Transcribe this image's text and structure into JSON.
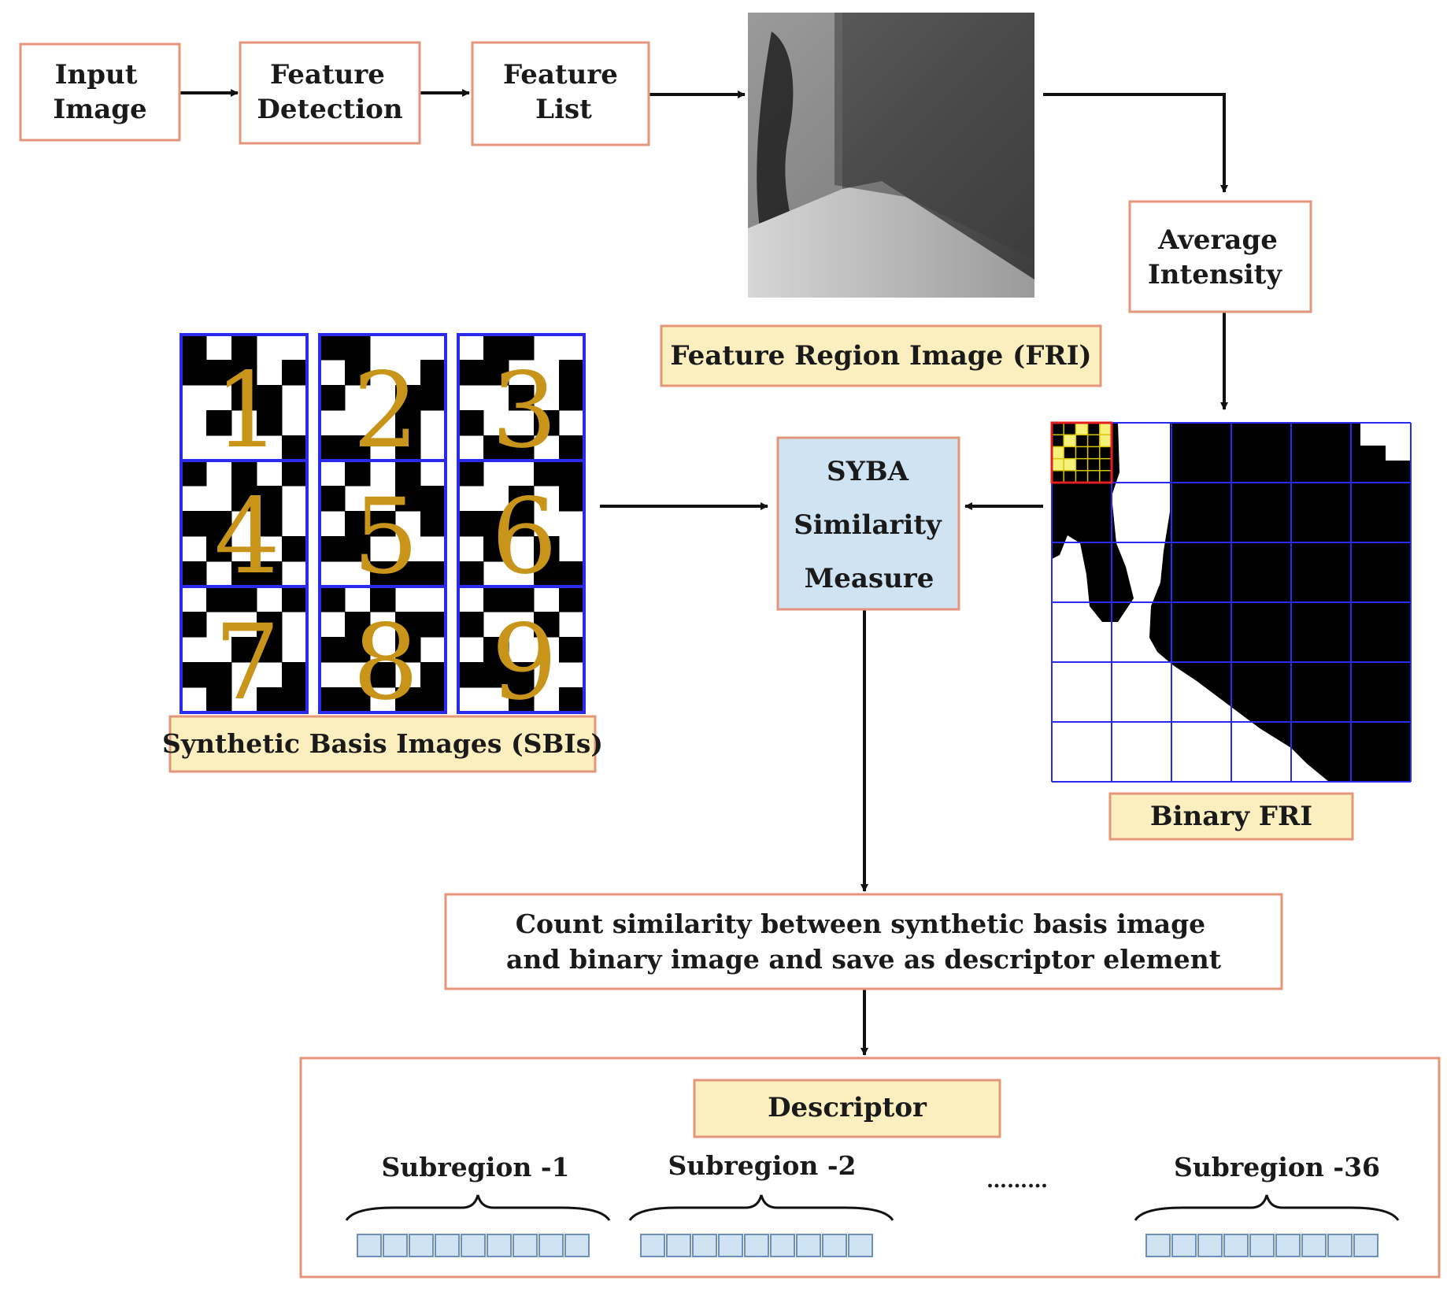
{
  "nodes": {
    "input_image": [
      "Input",
      "Image"
    ],
    "feature_detection": [
      "Feature",
      "Detection"
    ],
    "feature_list": [
      "Feature",
      "List"
    ],
    "average_intensity": [
      "Average",
      "Intensity"
    ],
    "syba": [
      "SYBA",
      "Similarity",
      "Measure"
    ],
    "count_similarity": [
      "Count similarity between synthetic basis image",
      "and binary image and save as descriptor element"
    ]
  },
  "labels": {
    "fri": "Feature Region Image (FRI)",
    "sbi": "Synthetic Basis Images (SBIs)",
    "binary_fri": "Binary FRI",
    "descriptor": "Descriptor"
  },
  "sbi_numbers": [
    "1",
    "2",
    "3",
    "4",
    "5",
    "6",
    "7",
    "8",
    "9"
  ],
  "subregions": [
    {
      "label": "Subregion -1",
      "cells": 9
    },
    {
      "label": "Subregion -2",
      "cells": 9
    },
    {
      "label": "Subregion -36",
      "cells": 9
    }
  ],
  "ellipsis": "………",
  "colors": {
    "box_border": "#e3967a",
    "label_fill": "#fcefbf",
    "syba_fill": "#cfe3f2",
    "grid_line": "#2a2af0",
    "sbi_number": "#c8951a",
    "cell_fill": "#cfe3f2",
    "cell_border": "#6f8fb8"
  }
}
